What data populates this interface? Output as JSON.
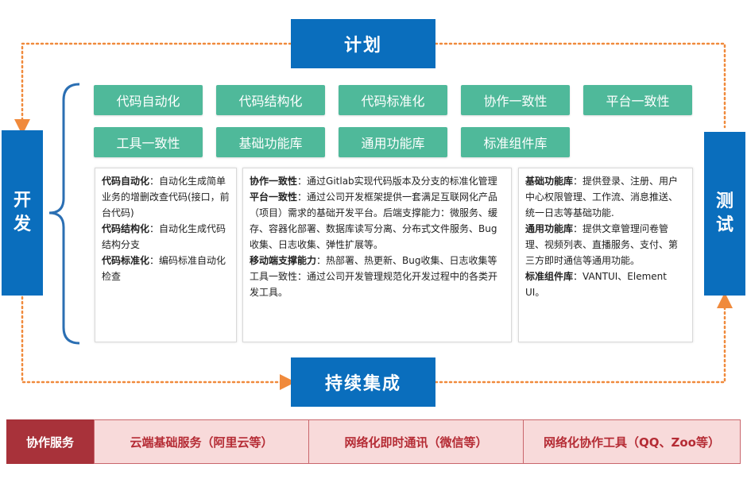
{
  "stages": {
    "plan": "计划",
    "dev": [
      "开",
      "发"
    ],
    "test": [
      "测",
      "试"
    ],
    "ci": "持续集成"
  },
  "tags": [
    "代码自动化",
    "代码结构化",
    "代码标准化",
    "协作一致性",
    "平台一致性",
    "工具一致性",
    "基础功能库",
    "通用功能库",
    "标准组件库"
  ],
  "panels": {
    "left": [
      {
        "term": "代码自动化",
        "sep": "：",
        "desc": "自动化生成简单业务的增删改查代码(接口，前台代码)"
      },
      {
        "term": "代码结构化",
        "sep": "：",
        "desc": "自动化生成代码结构分支"
      },
      {
        "term": "代码标准化",
        "sep": "：",
        "desc": "编码标准自动化检查"
      }
    ],
    "middle": [
      {
        "term": "协作一致性",
        "sep": "：",
        "desc": "通过Gitlab实现代码版本及分支的标准化管理"
      },
      {
        "term": "平台一致性",
        "sep": "：",
        "desc": "通过公司开发框架提供一套满足互联网化产品（项目）需求的基础开发平台。后端支撑能力：微服务、缓存、容器化部署、数据库读写分离、分布式文件服务、Bug收集、日志收集、弹性扩展等。"
      },
      {
        "term": "移动端支撑能力",
        "sep": "：",
        "desc": "热部署、热更新、Bug收集、日志收集等"
      },
      {
        "term": "",
        "sep": "",
        "desc": "工具一致性：通过公司开发管理规范化开发过程中的各类开发工具。"
      }
    ],
    "right": [
      {
        "term": "基础功能库",
        "sep": "：",
        "desc": "提供登录、注册、用户中心权限管理、工作流、消息推送、统一日志等基础功能."
      },
      {
        "term": "通用功能库",
        "sep": "：",
        "desc": "提供文章管理问卷管理、视频列表、直播服务、支付、第三方即时通信等通用功能。"
      },
      {
        "term": "标准组件库",
        "sep": "：",
        "desc": "VANTUI、Element UI。"
      }
    ]
  },
  "services": {
    "header": "协作服务",
    "items": [
      "云端基础服务（阿里云等）",
      "网络化即时通讯（微信等）",
      "网络化协作工具（QQ、Zoo等）"
    ]
  },
  "colors": {
    "stage_blue": "#0a6ebd",
    "tag_green": "#4fb99a",
    "arrow_orange": "#f08a3c",
    "service_header": "#a8323a",
    "service_cell": "#f8dada",
    "service_text": "#b52c35"
  }
}
